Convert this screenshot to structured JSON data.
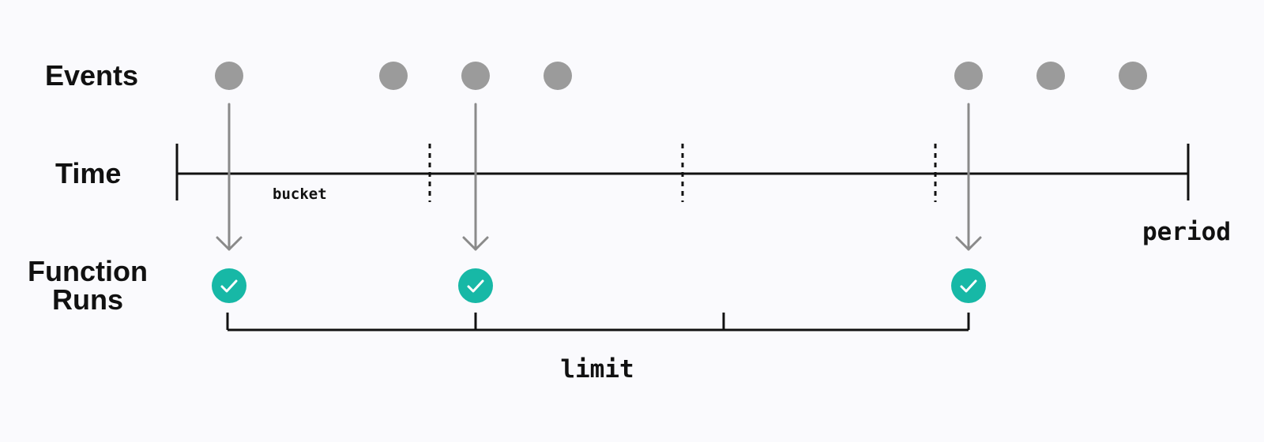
{
  "labels": {
    "events": "Events",
    "time": "Time",
    "function_runs_line1": "Function",
    "function_runs_line2": "Runs",
    "bucket": "bucket",
    "period": "period",
    "limit": "limit"
  },
  "colors": {
    "background": "#fafafd",
    "event_dot": "#9b9b9b",
    "arrow": "#8a8a8a",
    "axis": "#111111",
    "run_check": "#17b8a6",
    "check_mark": "#ffffff"
  },
  "icons": {
    "event": "event-dot-icon",
    "run": "checkmark-icon",
    "trigger": "arrow-down-icon"
  }
}
